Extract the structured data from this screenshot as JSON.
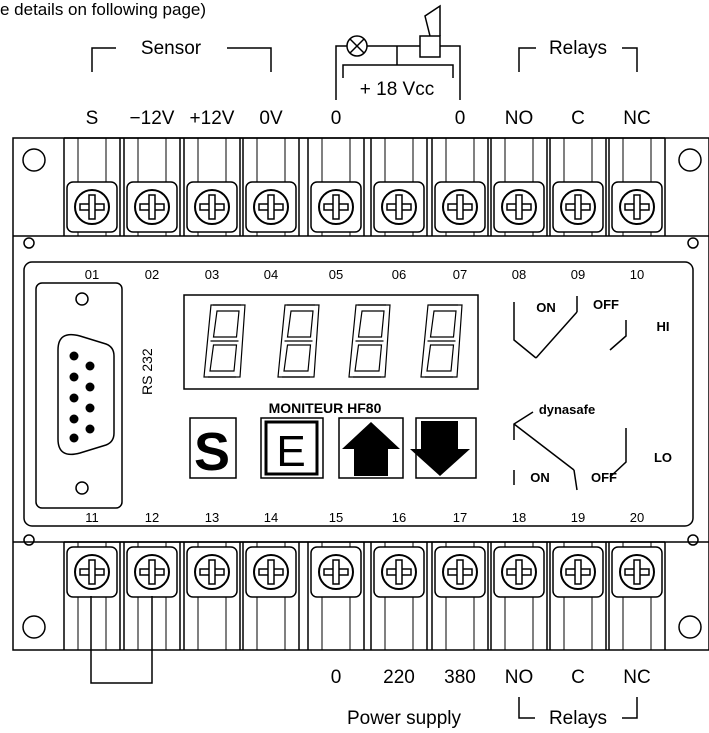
{
  "header_note": "e details on following page)",
  "groups": {
    "sensor": "Sensor",
    "relays_top": "Relays",
    "supply_voltage": "+ 18 Vcc",
    "power_supply": "Power supply",
    "relays_bottom": "Relays"
  },
  "top_terminal_labels": [
    "S",
    "−12V",
    "+12V",
    "0V",
    "0",
    "",
    "0",
    "NO",
    "C",
    "NC"
  ],
  "bottom_terminal_labels": [
    "",
    "",
    "",
    "",
    "0",
    "220",
    "380",
    "NO",
    "C",
    "NC"
  ],
  "top_numbers": [
    "01",
    "02",
    "03",
    "04",
    "05",
    "06",
    "07",
    "08",
    "09",
    "10"
  ],
  "bottom_numbers": [
    "11",
    "12",
    "13",
    "14",
    "15",
    "16",
    "17",
    "18",
    "19",
    "20"
  ],
  "panel": {
    "rs232": "RS 232",
    "model": "MONITEUR HF80",
    "brand": "dynasafe",
    "key_s": "S",
    "key_e": "E",
    "hi": "HI",
    "lo": "LO",
    "on_hi": "ON",
    "off_hi": "OFF",
    "on_lo": "ON",
    "off_lo": "OFF"
  }
}
